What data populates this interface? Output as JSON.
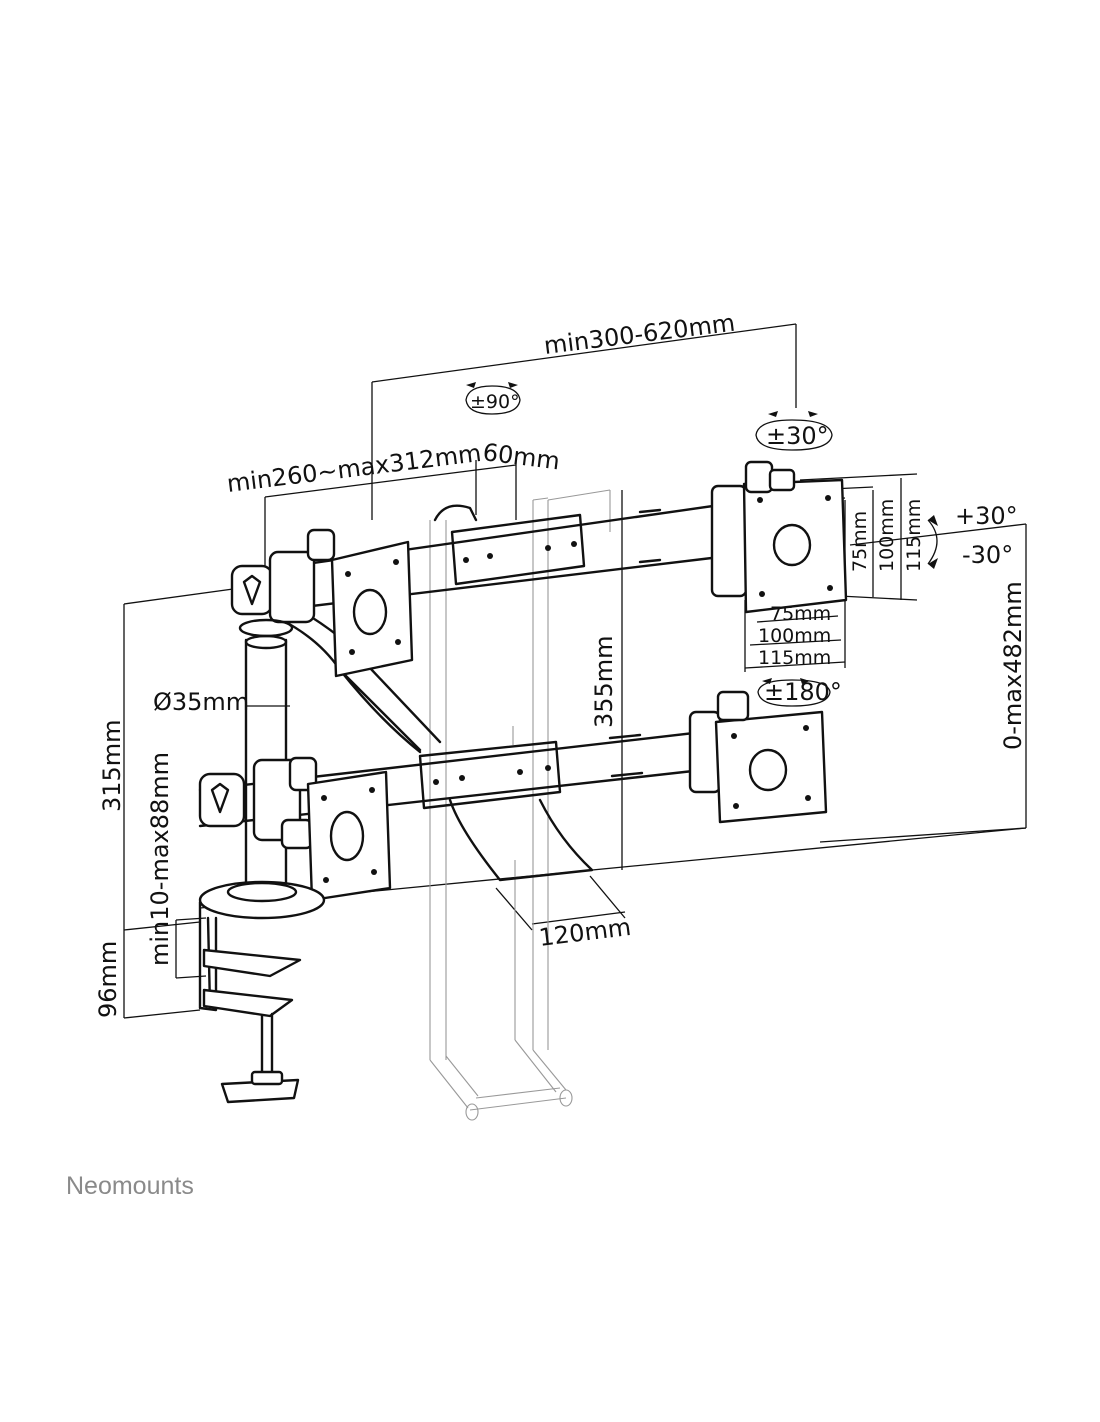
{
  "diagram": {
    "labels": {
      "arm_extension": "min300-620mm",
      "crossbar_extension": "min260~max312mm",
      "pole_offset": "60mm",
      "tilt_rotation": "±90°",
      "swivel": "±30°",
      "tilt_up": "+30°",
      "tilt_down": "-30°",
      "rotation": "±180°",
      "vesa_75_v": "75mm",
      "vesa_100_v": "100mm",
      "vesa_115_v": "115mm",
      "vesa_75_h": "75mm",
      "vesa_100_h": "100mm",
      "vesa_115_h": "115mm",
      "pole_diameter": "Ø35mm",
      "pole_height": "315mm",
      "desk_thickness": "min10-max88mm",
      "clamp_depth": "96mm",
      "center_height": "355mm",
      "height_range": "0-max482mm",
      "foot_spacing": "120mm"
    },
    "brand": "Neomounts"
  }
}
